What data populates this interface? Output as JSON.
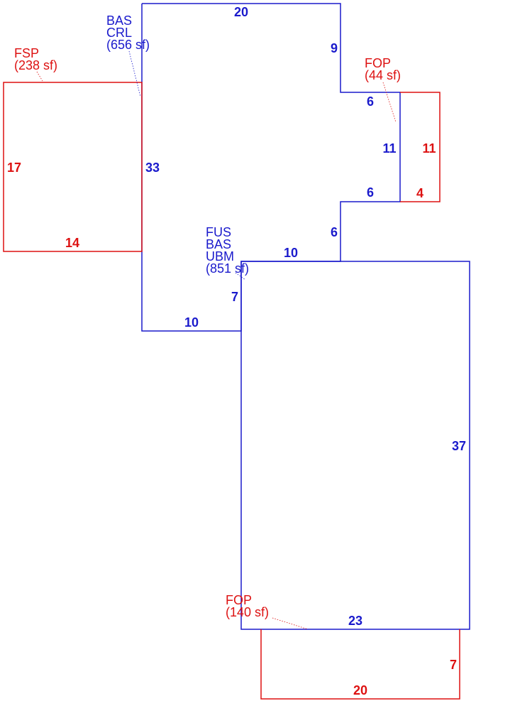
{
  "colors": {
    "main": "#1a1acc",
    "addition": "#dd1111"
  },
  "areas": [
    {
      "id": "bas-crl",
      "lines": [
        "BAS",
        "CRL",
        "(656 sf)"
      ],
      "color": "main"
    },
    {
      "id": "fus-bas-ubm",
      "lines": [
        "FUS",
        "BAS",
        "UBM",
        "(851 sf)"
      ],
      "color": "main"
    },
    {
      "id": "fsp",
      "lines": [
        "FSP",
        "(238 sf)"
      ],
      "color": "addition"
    },
    {
      "id": "fop-right",
      "lines": [
        "FOP",
        "(44 sf)"
      ],
      "color": "addition"
    },
    {
      "id": "fop-bottom",
      "lines": [
        "FOP",
        "(140 sf)"
      ],
      "color": "addition"
    }
  ],
  "dimensions": {
    "main": [
      "20",
      "9",
      "6",
      "11",
      "6",
      "6",
      "10",
      "33",
      "10",
      "7",
      "37",
      "23"
    ],
    "addition": [
      "17",
      "14",
      "11",
      "4",
      "7",
      "20"
    ]
  }
}
